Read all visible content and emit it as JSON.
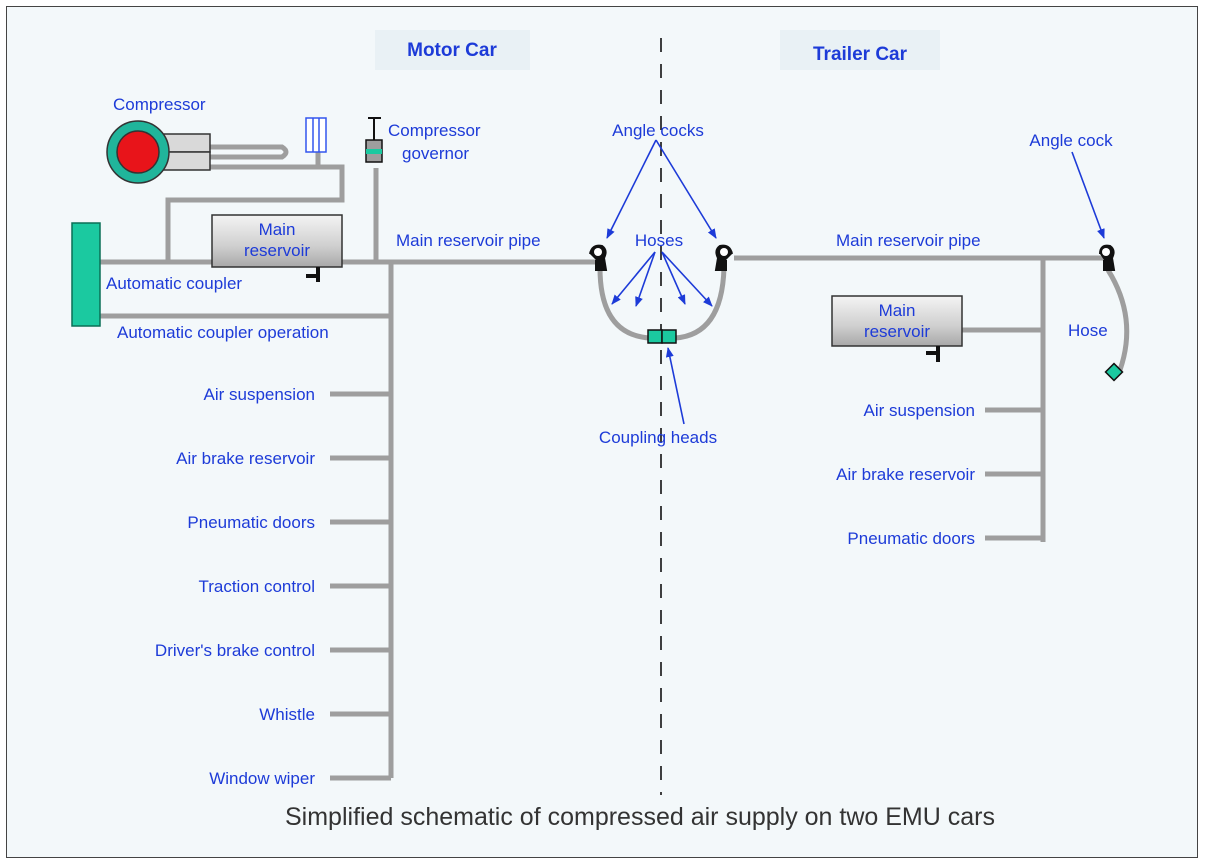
{
  "headers": {
    "motor_car": "Motor Car",
    "trailer_car": "Trailer Car"
  },
  "labels": {
    "compressor": "Compressor",
    "compressor_governor_1": "Compressor",
    "compressor_governor_2": "governor",
    "main_reservoir_1": "Main",
    "main_reservoir_2": "reservoir",
    "automatic_coupler": "Automatic coupler",
    "automatic_coupler_operation": "Automatic coupler operation",
    "main_reservoir_pipe_left": "Main reservoir pipe",
    "main_reservoir_pipe_right": "Main reservoir pipe",
    "angle_cocks": "Angle cocks",
    "angle_cock": "Angle cock",
    "hoses": "Hoses",
    "hose": "Hose",
    "coupling_heads": "Coupling heads",
    "trailer_main_reservoir_1": "Main",
    "trailer_main_reservoir_2": "reservoir"
  },
  "motor_branches": [
    "Air suspension",
    "Air brake reservoir",
    "Pneumatic doors",
    "Traction control",
    "Driver's brake control",
    "Whistle",
    "Window wiper"
  ],
  "trailer_branches": [
    "Air suspension",
    "Air brake reservoir",
    "Pneumatic doors"
  ],
  "caption": "Simplified schematic of compressed air supply on two EMU cars",
  "colors": {
    "text": "#1d3bd8",
    "pipe": "#9e9e9e",
    "coupler": "#1bc9a0",
    "compressor_red": "#e8141a",
    "compressor_ring": "#20b59b"
  }
}
